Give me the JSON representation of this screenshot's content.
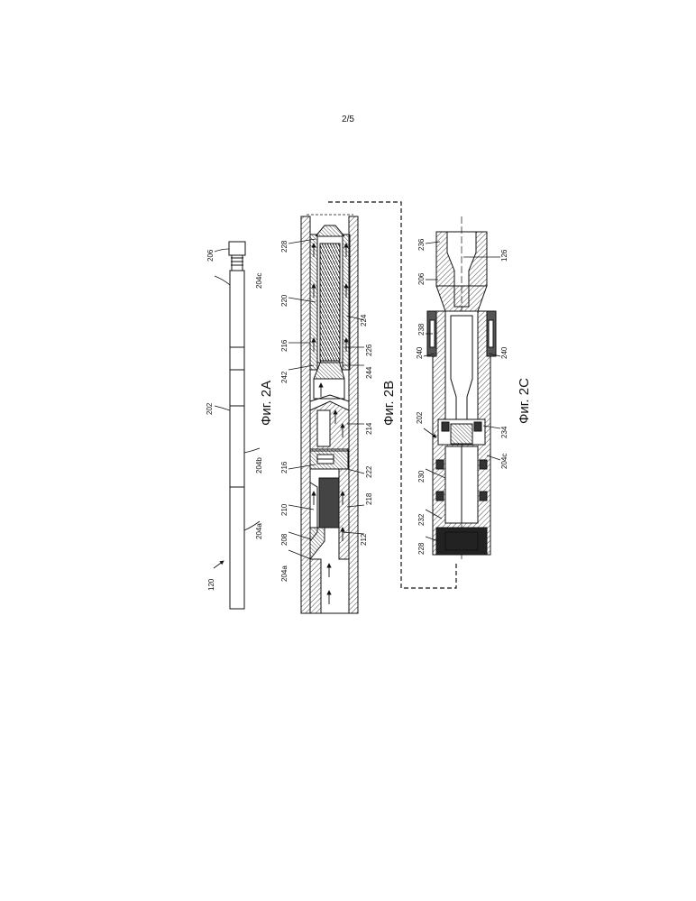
{
  "sheet": {
    "page_number": "2/5"
  },
  "figures": {
    "fig_2a": {
      "caption": "Фиг. 2А",
      "labels": {
        "assembly": "120",
        "body": "202",
        "section_a": "204a",
        "section_b": "204b",
        "section_c": "204c",
        "end_cap": "206"
      }
    },
    "fig_2b": {
      "caption": "Фиг. 2В",
      "labels": {
        "l204a": "204a",
        "l208": "208",
        "l210": "210",
        "l212": "212",
        "l218": "218",
        "l222": "222",
        "l216a": "216",
        "l214": "214",
        "l244": "244",
        "l242": "242",
        "l216b": "216",
        "l226": "226",
        "l220": "220",
        "l224": "224",
        "l228": "228"
      }
    },
    "fig_2c": {
      "caption": "Фиг. 2С",
      "labels": {
        "l228": "228",
        "l232": "232",
        "l230": "230",
        "l202": "202",
        "l204c": "204c",
        "l234": "234",
        "l240a": "240",
        "l240b": "240",
        "l238": "238",
        "l206": "206",
        "l236": "236",
        "l126": "126"
      }
    }
  }
}
